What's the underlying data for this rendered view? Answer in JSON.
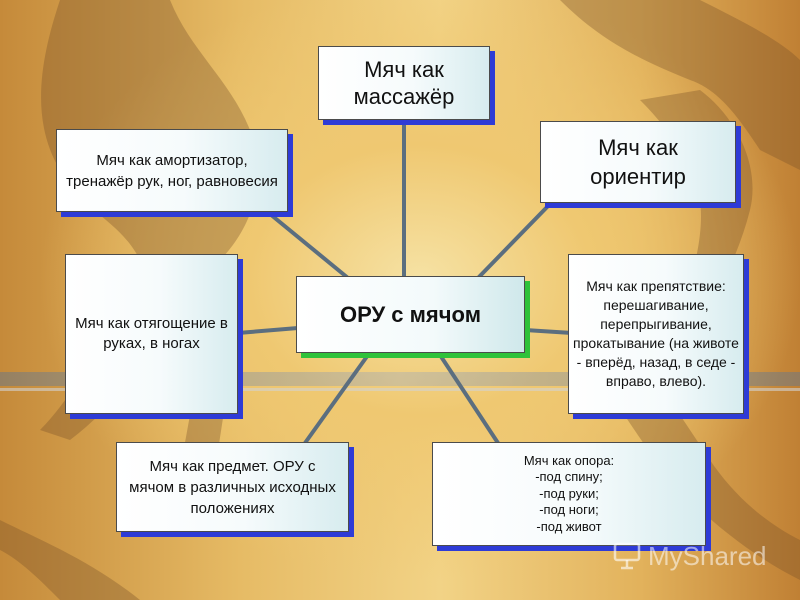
{
  "diagram": {
    "center": "ОРУ с мячом",
    "nodes": {
      "massager": "Мяч как массажёр",
      "shock_absorber": "Мяч как амортизатор, тренажёр рук, ног, равновесия",
      "landmark": "Мяч как ориентир",
      "weight": "Мяч как отягощение в руках, в ногах",
      "obstacle": "Мяч как препятствие: перешагивание, перепрыгивание, прокатывание (на животе - вперёд, назад, в седе - вправо, влево).",
      "object": "Мяч как предмет. ОРУ с мячом в различных исходных положениях",
      "support_title": "Мяч как опора:",
      "support_items": [
        "-под спину;",
        "-под руки;",
        "-под ноги;",
        "-под живот"
      ]
    }
  },
  "watermark": {
    "text": "MyShared",
    "icon": "presentation-icon"
  },
  "colors": {
    "node_shadow": "#2e3bd6",
    "center_shadow": "#2fc23a",
    "connector": "#5b6e7f"
  }
}
